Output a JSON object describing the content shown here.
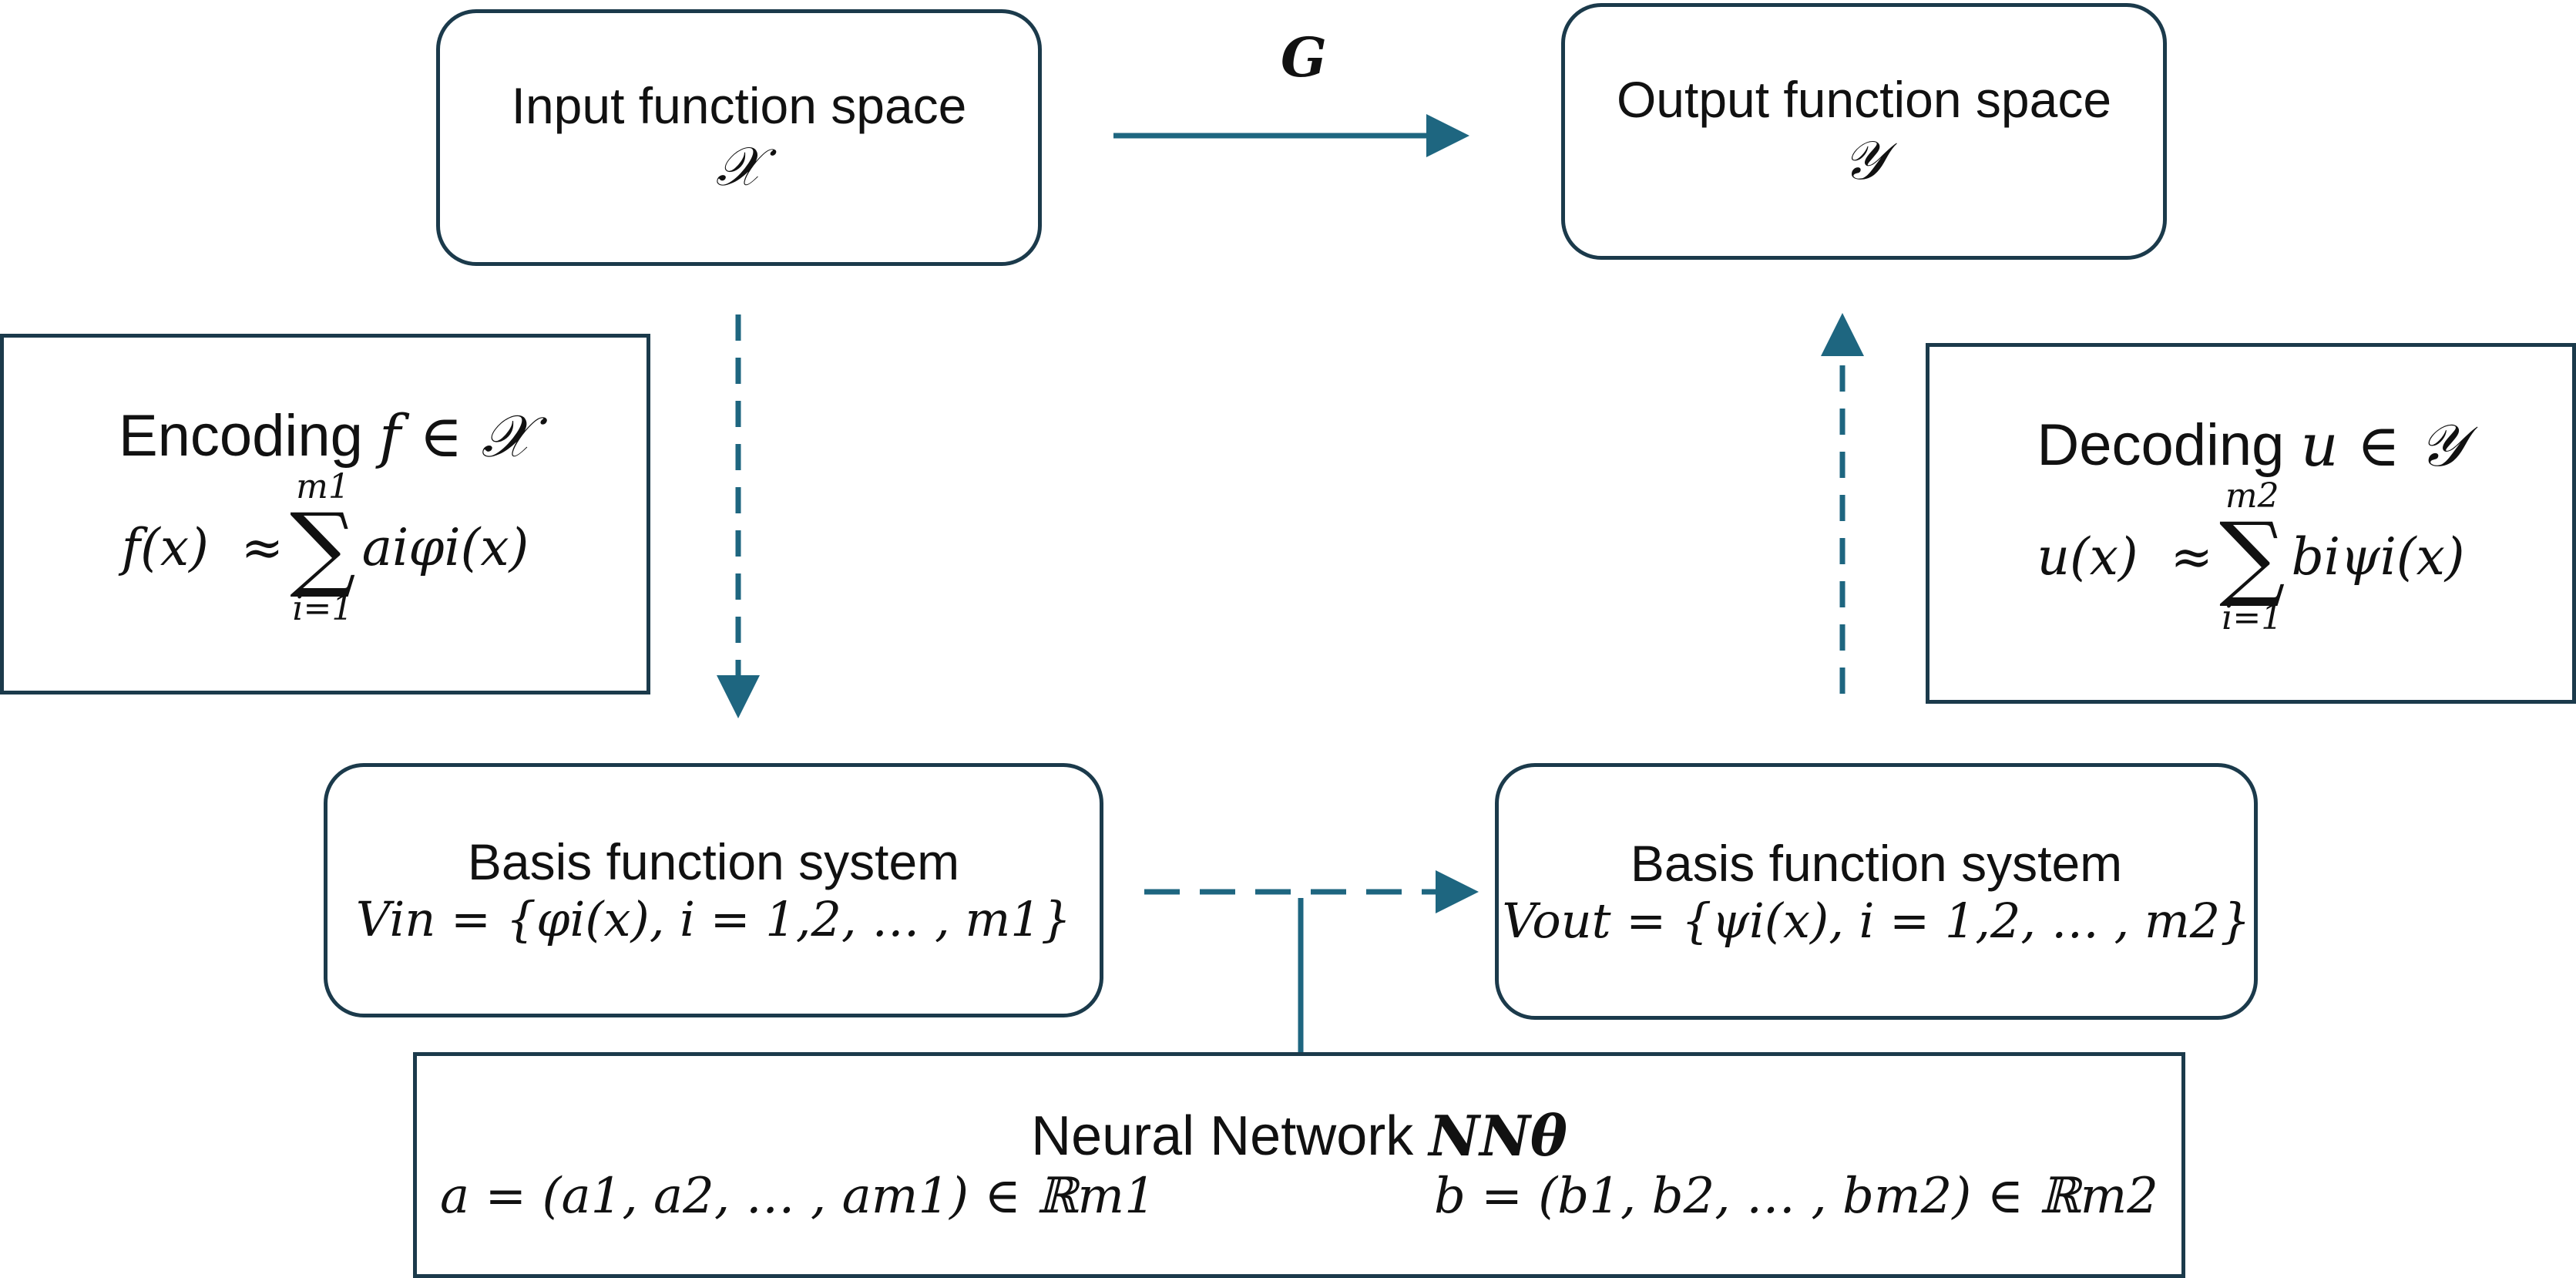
{
  "input_space": {
    "title": "Input function space",
    "symbol": "𝒳"
  },
  "output_space": {
    "title": "Output function space",
    "symbol": "𝒴"
  },
  "operator": {
    "label": "G"
  },
  "encoding": {
    "title": "Encoding ",
    "cond": "f ∈ 𝒳",
    "lhs": "f(x)  ≈",
    "upper": "m1",
    "lower": "i=1",
    "term": "aiφi(x)"
  },
  "decoding": {
    "title": "Decoding ",
    "cond": "u ∈ 𝒴",
    "lhs": "u(x)  ≈",
    "upper": "m2",
    "lower": "i=1",
    "term": "biψi(x)"
  },
  "basis_in": {
    "title": "Basis function system",
    "formula": "Vin = {φi(x), i = 1,2, … , m1}"
  },
  "basis_out": {
    "title": "Basis function system",
    "formula": "Vout = {ψi(x), i = 1,2, … , m2}"
  },
  "network": {
    "title": "Neural Network ",
    "symbol": "NNθ",
    "a_vec": "a = (a1, a2, … , am1) ∈ ℝm1",
    "b_vec": "b = (b1, b2, … , bm2) ∈ ℝm2"
  },
  "colors": {
    "arrow": "#1e6680",
    "border": "#1b3a4b"
  }
}
